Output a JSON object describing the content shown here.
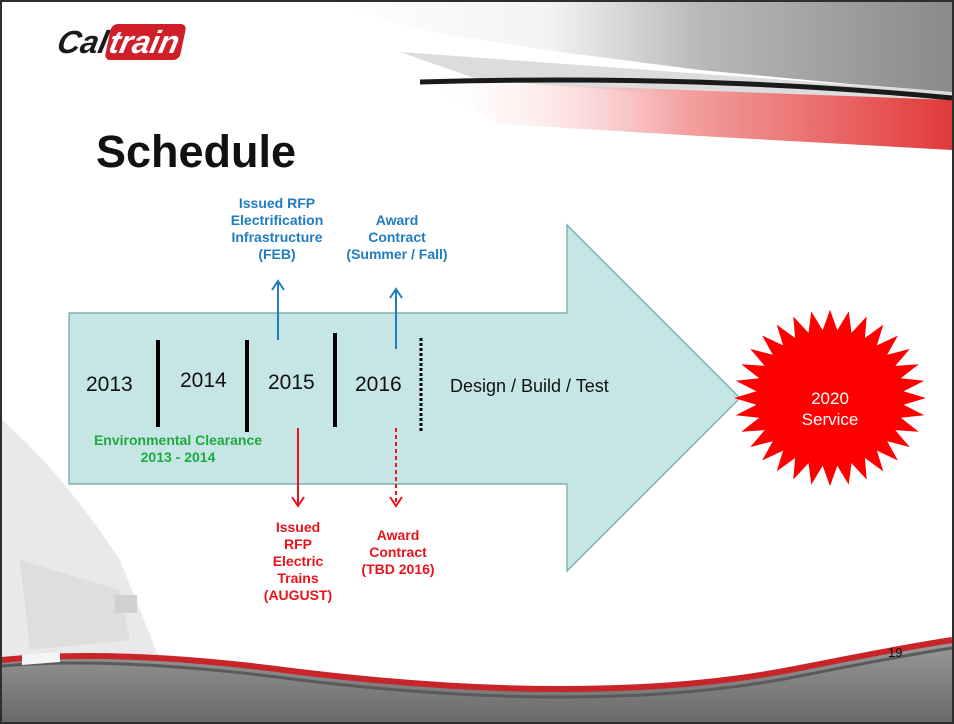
{
  "logo": {
    "text_dark": "Cal",
    "text_red": "train"
  },
  "slide": {
    "title": "Schedule",
    "page_number": "19"
  },
  "timeline": {
    "years": [
      "2013",
      "2014",
      "2015",
      "2016"
    ],
    "final_phase": "Design / Build / Test",
    "service_lines": [
      "2020",
      "Service"
    ]
  },
  "milestones": {
    "rfp_infrastructure": [
      "Issued RFP",
      "Electrification",
      "Infrastructure",
      "(FEB)"
    ],
    "award_infrastructure": [
      "Award",
      "Contract",
      "(Summer / Fall)"
    ],
    "environmental": [
      "Environmental Clearance",
      "2013 - 2014"
    ],
    "rfp_trains": [
      "Issued",
      "RFP",
      "Electric",
      "Trains",
      "(AUGUST)"
    ],
    "award_trains": [
      "Award",
      "Contract",
      "(TBD 2016)"
    ]
  },
  "colors": {
    "blue": "#1f7cc1",
    "red": "#e8131b",
    "green": "#1daa3e",
    "arrow_fill": "#c6e6e6"
  }
}
